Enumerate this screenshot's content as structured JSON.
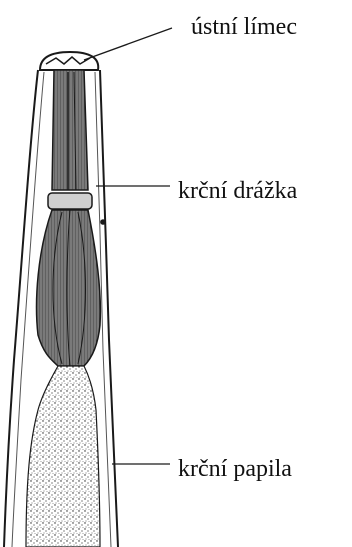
{
  "labels": {
    "mouth_collar": "ústní límec",
    "cervical_groove": "krční drážka",
    "cervical_papilla": "krční papila"
  },
  "colors": {
    "ink": "#1a1a1a",
    "esophagus_fill": "#6b6b6b",
    "background": "#ffffff"
  }
}
